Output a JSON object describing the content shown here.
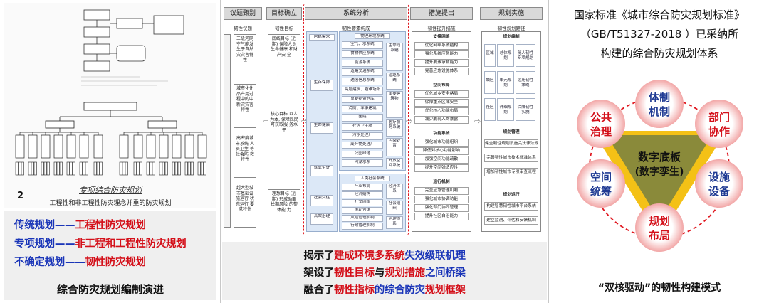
{
  "left": {
    "sketch": {
      "number": "2",
      "title": "专项综合防灾规划",
      "caption": "工程性和非工程性防灾理念并重的防灾规划"
    },
    "lines": [
      {
        "a": "传统规划",
        "dash": "——",
        "b": "工程性防灾规划"
      },
      {
        "a": "专项规划",
        "dash": "——",
        "b": "非工程和工程性防灾规划"
      },
      {
        "a": "不确定规划",
        "dash": "——",
        "b": "韧性防灾规划"
      }
    ],
    "footer": "综合防灾规划编制演进"
  },
  "middle": {
    "columns": [
      {
        "label": "议题甄别",
        "sub": "韧性议题"
      },
      {
        "label": "目标确立",
        "sub": "韧性目标"
      },
      {
        "label": "系统分析",
        "sub": "韧性要素构成"
      },
      {
        "label": "措施提出",
        "sub": "韧性提升措施"
      },
      {
        "label": "规划实施",
        "sub": "韧性规划路径"
      }
    ],
    "issues": [
      "三级河网 空气能发 生于自然 灾灾害特 性",
      "城市化化 品产用过 程中的中 新灾灾害 特性",
      "高密度城 市系统 人员卫生 等社会防 救特性",
      "超大型城 市基础设 施运行 状态运行 要求特性"
    ],
    "goals": [
      "底线目标 (近期) 保障人员 生命健康 和财产安 全",
      "核心目标 以人为本, 保障民民 可获取服 务水平",
      "理想目标 (远期) 形成助面 长期风险 的整体能 力"
    ],
    "system": {
      "needs_header": "居民需求",
      "needs": [
        "生存保障",
        "生命健康",
        "就业生计",
        "社会交往",
        "高效治理"
      ],
      "physical_header": "物理环境系统",
      "physical_rows": [
        "空气、水系统",
        "食物供应系统",
        "能源系统",
        "道路交通系统",
        "通信信息系统",
        "高层建筑、避难场所",
        "重要物资仓库",
        "消防、军事建筑",
        "医院",
        "社区卫生所",
        "污水处理厂",
        "废弃物处理厂",
        "公园绿地",
        "河湖水系"
      ],
      "physical_tags": [
        "生命线系统",
        "道路系统",
        "重要建筑物",
        "医疗服务系统",
        "污染处置",
        "开放空间系统"
      ],
      "social_header": "人类社会系统",
      "social_rows": [
        "产业布局",
        "经济结构",
        "社交网络",
        "援助咨询",
        "风险管理机制",
        "行政管理机制"
      ],
      "social_tags": [
        "经济体系",
        "社会组织",
        "治理体系"
      ]
    },
    "measures": {
      "g1_header": "支撑网络",
      "g1": [
        "优化网络系统结构",
        "强化系统应急能力",
        "提升要素承载能力",
        "完善应急设施体系"
      ],
      "g2_header": "空间布局",
      "g2": [
        "优化城乡安全格局",
        "保障重点区域安全",
        "优化核心功能布局",
        "减少脆弱人群暴露"
      ],
      "g3_header": "功能系统",
      "g3": [
        "强化城市功能组织",
        "降低对核心功能影响",
        "加强空间功能疏散",
        "提升空间弹适应性"
      ],
      "g4_header": "运行机制",
      "g4": [
        "完全应急管理机制",
        "强化城市协调功能",
        "强化部门协同管理",
        "提升社区自治能力"
      ]
    },
    "implementation": {
      "path_header": "规划编制",
      "grid": [
        [
          "区域",
          "总体规划",
          "随人韧性 专项规划"
        ],
        [
          "城区",
          "单元规划",
          "运用韧性 策略"
        ],
        [
          "社区",
          "详细规划",
          "保障韧性 实施"
        ]
      ],
      "mgmt_header": "规划管理",
      "mgmt": [
        "健全韧性规划设施关法律法规",
        "完善韧性城市技术标准体系",
        "增加韧性城市专项审查流程"
      ],
      "ops_header": "规划运行",
      "ops": [
        "构建智慧韧性城市平台系统",
        "建立监测、评估和反馈机制"
      ]
    },
    "lines": [
      [
        {
          "t": "揭示了",
          "c": "k"
        },
        {
          "t": "建成环境多系统",
          "c": "r"
        },
        {
          "t": "失效级联机理",
          "c": "bl"
        }
      ],
      [
        {
          "t": "架设了",
          "c": "k"
        },
        {
          "t": "韧性目标",
          "c": "r"
        },
        {
          "t": "与",
          "c": "k"
        },
        {
          "t": "规划措施",
          "c": "r"
        },
        {
          "t": "之间桥梁",
          "c": "bl"
        }
      ],
      [
        {
          "t": "融合了",
          "c": "k"
        },
        {
          "t": "韧性指标",
          "c": "r"
        },
        {
          "t": "的综合防灾",
          "c": "bl"
        },
        {
          "t": "规划框架",
          "c": "r"
        }
      ]
    ]
  },
  "right": {
    "standard": [
      "国家标准《城市综合防灾规划标准》",
      "（GB/T51327-2018 ）已采纳所",
      "构建的综合防灾规划体系"
    ],
    "center": [
      "数字底板",
      "(数字孪生)"
    ],
    "bubbles": [
      {
        "id": "tizhi",
        "l1": "体制",
        "l2": "机制",
        "fill": "#1f3a93"
      },
      {
        "id": "bumen",
        "l1": "部门",
        "l2": "协作",
        "fill": "#d4101a"
      },
      {
        "id": "sheshi",
        "l1": "设施",
        "l2": "设备",
        "fill": "#1f3a93"
      },
      {
        "id": "guihua",
        "l1": "规划",
        "l2": "布局",
        "fill": "#d4101a"
      },
      {
        "id": "kongjian",
        "l1": "空间",
        "l2": "统筹",
        "fill": "#1f3a93"
      },
      {
        "id": "gonggong",
        "l1": "公共",
        "l2": "治理",
        "fill": "#d4101a"
      }
    ],
    "footer": "“双核驱动”的韧性构建模式"
  }
}
